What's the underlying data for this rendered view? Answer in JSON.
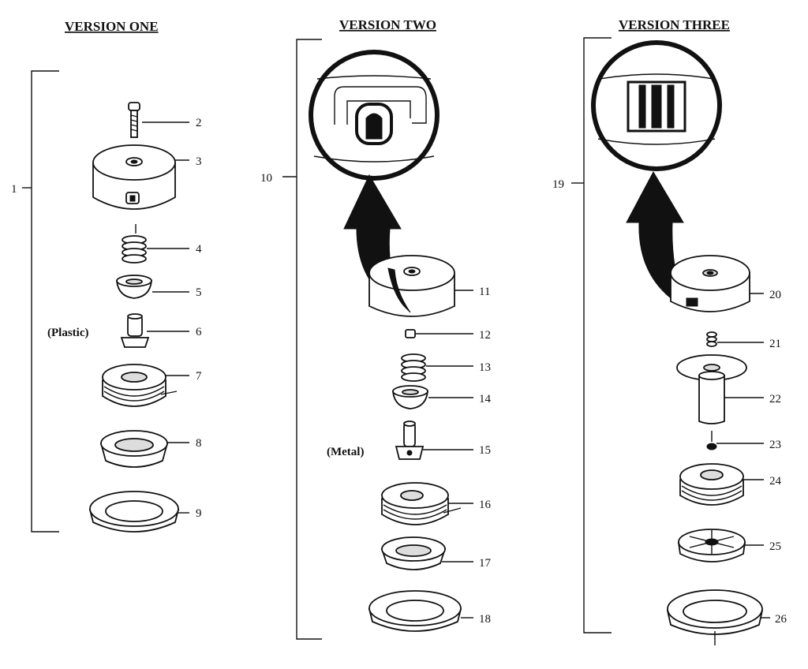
{
  "versions": [
    {
      "title": "VERSION ONE",
      "assembly_number": "1",
      "parts": [
        "2",
        "3",
        "4",
        "5",
        "6",
        "7",
        "8",
        "9"
      ],
      "note": "(Plastic)"
    },
    {
      "title": "VERSION TWO",
      "assembly_number": "10",
      "parts": [
        "11",
        "12",
        "13",
        "14",
        "15",
        "16",
        "17",
        "18"
      ],
      "note": "(Metal)"
    },
    {
      "title": "VERSION THREE",
      "assembly_number": "19",
      "parts": [
        "20",
        "21",
        "22",
        "23",
        "24",
        "25",
        "26"
      ]
    }
  ]
}
